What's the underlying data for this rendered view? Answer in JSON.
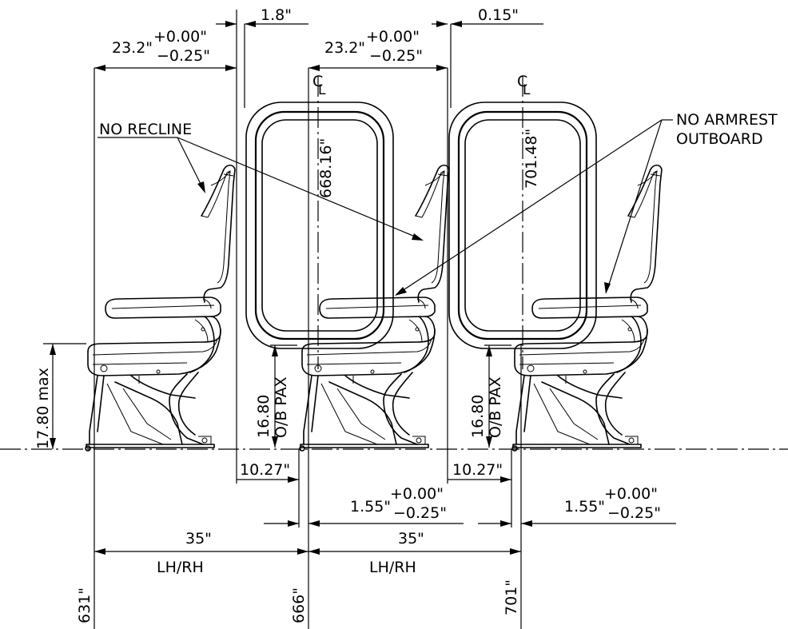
{
  "drawing": {
    "labels": {
      "gap_front": "1.8\"",
      "gap_rear": "0.15\"",
      "pitch_1": "23.2\"",
      "pitch_1_plus": "+0.00\"",
      "pitch_1_minus": "−0.25\"",
      "pitch_2": "23.2\"",
      "pitch_2_plus": "+0.00\"",
      "pitch_2_minus": "−0.25\"",
      "centerline_1": "C",
      "centerline_1_sub": "L",
      "centerline_2": "C",
      "centerline_2_sub": "L",
      "window_1": "668.16\"",
      "window_2": "701.48\"",
      "no_recline": "NO RECLINE",
      "no_armrest_1": "NO ARMREST",
      "no_armrest_2": "OUTBOARD",
      "seat_height": "17.80 max",
      "pax_1_value": "16.80",
      "pax_1_label": "O/B PAX",
      "pax_2_value": "16.80",
      "pax_2_label": "O/B PAX",
      "offset_1": "10.27\"",
      "offset_2": "10.27\"",
      "tol_1": "1.55\"",
      "tol_1_plus": "+0.00\"",
      "tol_1_minus": "−0.25\"",
      "tol_2": "1.55\"",
      "tol_2_plus": "+0.00\"",
      "tol_2_minus": "−0.25\"",
      "pitch_a": "35\"",
      "pitch_a_side": "LH/RH",
      "pitch_b": "35\"",
      "pitch_b_side": "LH/RH",
      "station_1": "631\"",
      "station_2": "666\"",
      "station_3": "701\""
    }
  }
}
